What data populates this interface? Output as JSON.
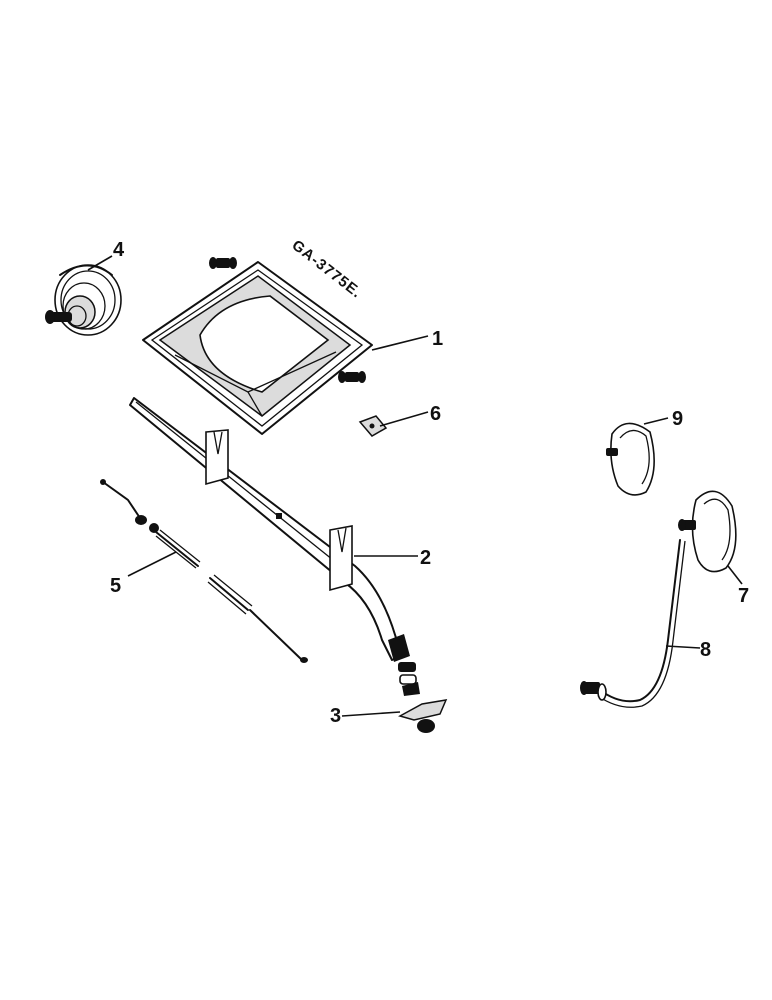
{
  "drawing_code": "GA-3775E.",
  "callouts": [
    "1",
    "2",
    "3",
    "4",
    "5",
    "6",
    "7",
    "8",
    "9"
  ]
}
